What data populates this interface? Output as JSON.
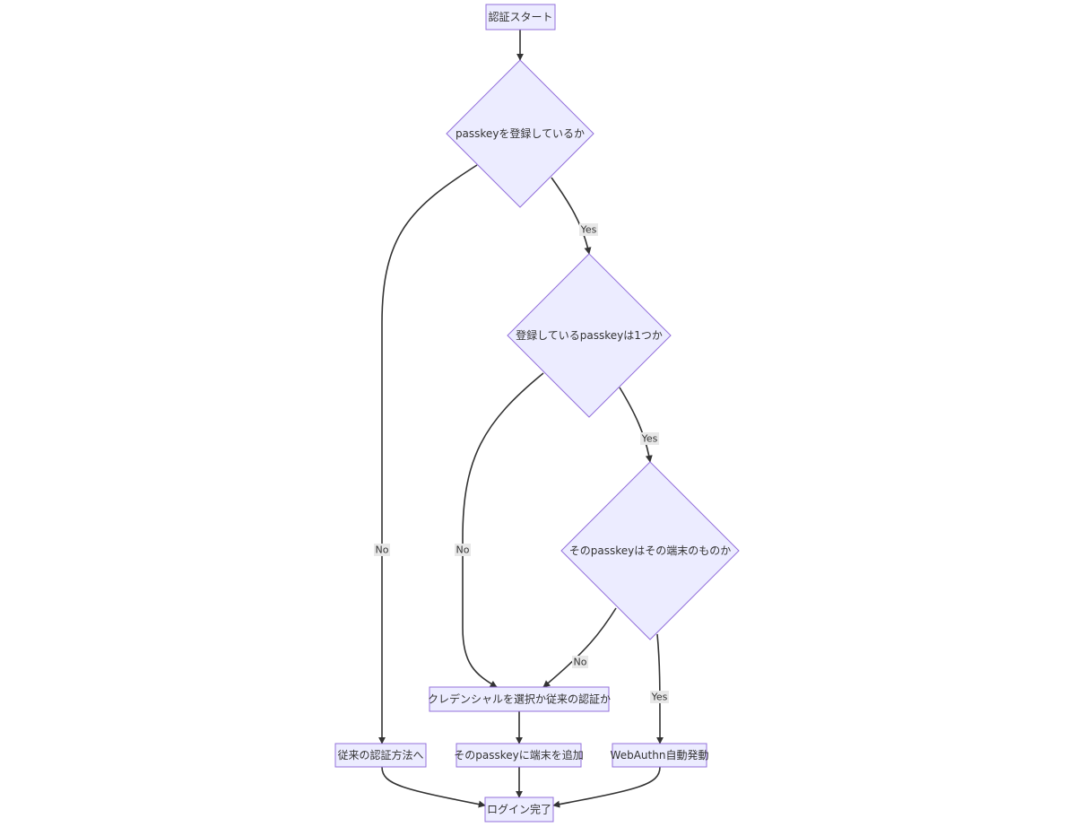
{
  "nodes": {
    "start": "認証スタート",
    "q_registered": "passkeyを登録しているか",
    "q_single": "登録しているpasskeyは1つか",
    "q_this_device": "そのpasskeyはその端末のものか",
    "select_credential": "クレデンシャルを選択か従来の認証か",
    "legacy_auth": "従来の認証方法へ",
    "add_device": "そのpasskeyに端末を追加",
    "webauthn": "WebAuthn自動発動",
    "login_done": "ログイン完了"
  },
  "edge_labels": {
    "registered_yes": "Yes",
    "registered_no": "No",
    "single_yes": "Yes",
    "single_no": "No",
    "device_yes": "Yes",
    "device_no": "No"
  },
  "colors": {
    "node_fill": "#ECECFF",
    "node_stroke": "#9370DB",
    "edge_stroke": "#333333",
    "label_bg": "#E8E8E8"
  }
}
